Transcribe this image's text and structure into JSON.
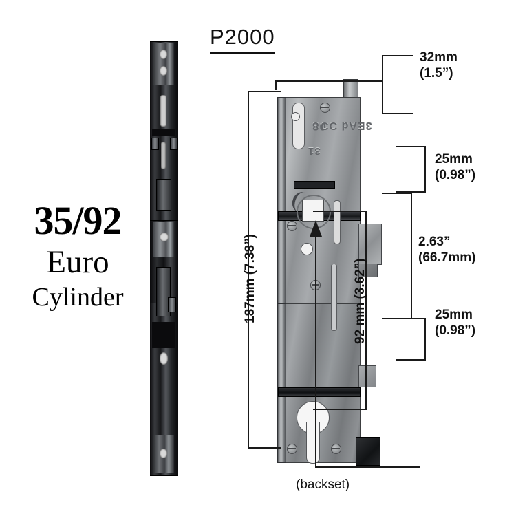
{
  "title": "P2000",
  "caption": {
    "line1": "35/92",
    "line2": "Euro",
    "line3": "Cylinder"
  },
  "dimensions": {
    "top_right": "32mm\n(1.5”)",
    "upper_right": "25mm\n(0.98”)",
    "middle_right": "2.63”\n(66.7mm)",
    "lower_right": "25mm\n(0.98”)",
    "left_vertical": "187mm (7.38”)",
    "inner_vertical": "92 mm (3.62”)",
    "bottom": "(backset)"
  },
  "embossed": {
    "line1": "08",
    "line2": "3EAd ƆƆ",
    "line3": "31"
  },
  "colors": {
    "line": "#1a1a1a",
    "text": "#111111",
    "metal_light": "#b9bcbe",
    "metal_mid": "#8e9194",
    "metal_dark": "#65686b",
    "faceplate_dark": "#17181a",
    "background": "#ffffff"
  }
}
